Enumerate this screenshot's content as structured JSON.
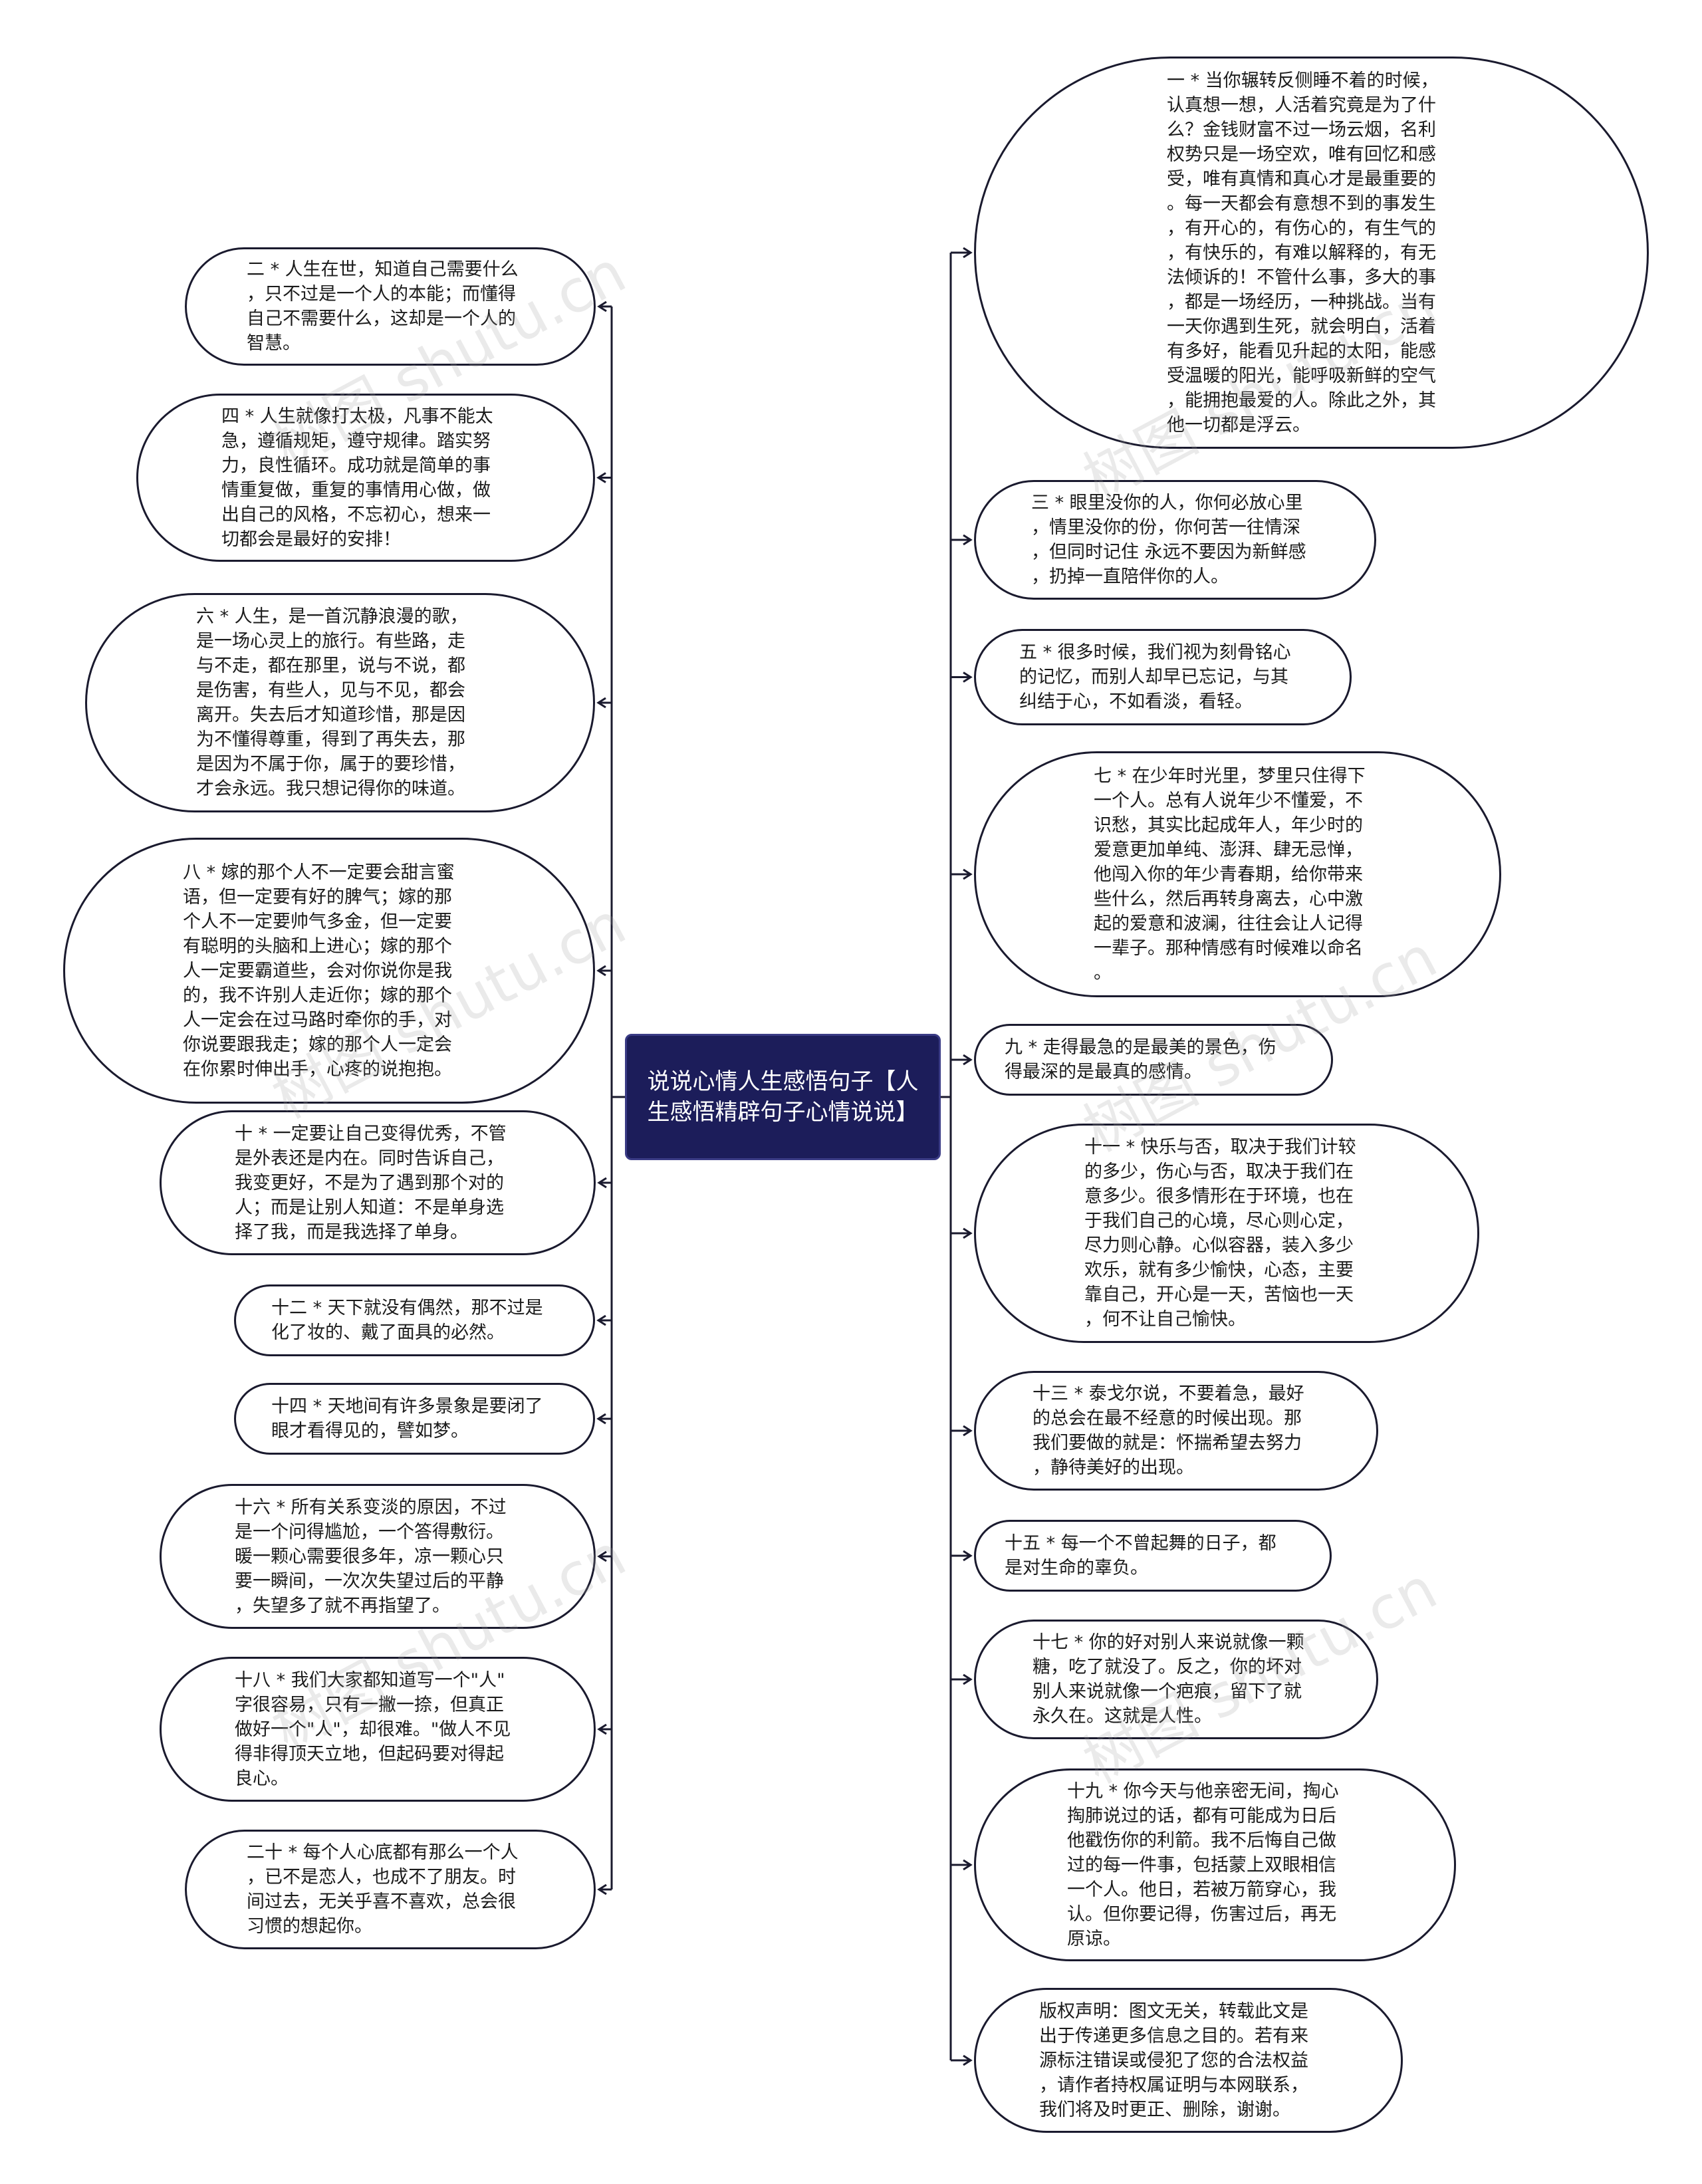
{
  "center": {
    "title": "说说心情人生感悟句子【人生感悟精辟句子心情说说】"
  },
  "nodes": [
    {
      "id": "n1",
      "side": "right",
      "text": "一 * 当你辗转反侧睡不着的时候，\n认真想一想，人活着究竟是为了什\n么？金钱财富不过一场云烟，名利\n权势只是一场空欢，唯有回忆和感\n受，唯有真情和真心才是最重要的\n。每一天都会有意想不到的事发生\n，有开心的，有伤心的，有生气的\n，有快乐的，有难以解释的，有无\n法倾诉的！不管什么事，多大的事\n，都是一场经历，一种挑战。当有\n一天你遇到生死，就会明白，活着\n有多好，能看见升起的太阳，能感\n受温暖的阳光，能呼吸新鲜的空气\n，能拥抱最爱的人。除此之外，其\n他一切都是浮云。"
    },
    {
      "id": "n2",
      "side": "left",
      "text": "二 * 人生在世，知道自己需要什么\n，只不过是一个人的本能；而懂得\n自己不需要什么，这却是一个人的\n智慧。"
    },
    {
      "id": "n3",
      "side": "right",
      "text": "三 * 眼里没你的人，你何必放心里\n，情里没你的份，你何苦一往情深\n，但同时记住 永远不要因为新鲜感\n，扔掉一直陪伴你的人。"
    },
    {
      "id": "n4",
      "side": "left",
      "text": "四 * 人生就像打太极，凡事不能太\n急，遵循规矩，遵守规律。踏实努\n力，良性循环。成功就是简单的事\n情重复做，重复的事情用心做，做\n出自己的风格，不忘初心，想来一\n切都会是最好的安排！"
    },
    {
      "id": "n5",
      "side": "right",
      "text": "五 * 很多时候，我们视为刻骨铭心\n的记忆，而别人却早已忘记，与其\n纠结于心，不如看淡，看轻。"
    },
    {
      "id": "n6",
      "side": "left",
      "text": "六 * 人生，是一首沉静浪漫的歌，\n是一场心灵上的旅行。有些路，走\n与不走，都在那里，说与不说，都\n是伤害，有些人，见与不见，都会\n离开。失去后才知道珍惜，那是因\n为不懂得尊重，得到了再失去，那\n是因为不属于你，属于的要珍惜，\n才会永远。我只想记得你的味道。"
    },
    {
      "id": "n7",
      "side": "right",
      "text": "七 * 在少年时光里，梦里只住得下\n一个人。总有人说年少不懂爱，不\n识愁，其实比起成年人，年少时的\n爱意更加单纯、澎湃、肆无忌惮，\n他闯入你的年少青春期，给你带来\n些什么，然后再转身离去，心中激\n起的爱意和波澜，往往会让人记得\n一辈子。那种情感有时候难以命名\n。"
    },
    {
      "id": "n8",
      "side": "left",
      "text": "八 * 嫁的那个人不一定要会甜言蜜\n语，但一定要有好的脾气；嫁的那\n个人不一定要帅气多金，但一定要\n有聪明的头脑和上进心；嫁的那个\n人一定要霸道些，会对你说你是我\n的，我不许别人走近你；嫁的那个\n人一定会在过马路时牵你的手，对\n你说要跟我走；嫁的那个人一定会\n在你累时伸出手，心疼的说抱抱。"
    },
    {
      "id": "n9",
      "side": "right",
      "text": "九 * 走得最急的是最美的景色，伤\n得最深的是最真的感情。"
    },
    {
      "id": "n10",
      "side": "left",
      "text": "十 * 一定要让自己变得优秀，不管\n是外表还是内在。同时告诉自己，\n我变更好，不是为了遇到那个对的\n人；而是让别人知道：不是单身选\n择了我，而是我选择了单身。"
    },
    {
      "id": "n11",
      "side": "right",
      "text": "十一 * 快乐与否，取决于我们计较\n的多少，伤心与否，取决于我们在\n意多少。很多情形在于环境，也在\n于我们自己的心境，尽心则心定，\n尽力则心静。心似容器，装入多少\n欢乐，就有多少愉快，心态，主要\n靠自己，开心是一天，苦恼也一天\n，何不让自己愉快。"
    },
    {
      "id": "n12",
      "side": "left",
      "text": "十二 * 天下就没有偶然，那不过是\n化了妆的、戴了面具的必然。"
    },
    {
      "id": "n13",
      "side": "right",
      "text": "十三 * 泰戈尔说，不要着急，最好\n的总会在最不经意的时候出现。那\n我们要做的就是：怀揣希望去努力\n，静待美好的出现。"
    },
    {
      "id": "n14",
      "side": "left",
      "text": "十四 * 天地间有许多景象是要闭了\n眼才看得见的，譬如梦。"
    },
    {
      "id": "n15",
      "side": "right",
      "text": "十五 * 每一个不曾起舞的日子，都\n是对生命的辜负。"
    },
    {
      "id": "n16",
      "side": "left",
      "text": "十六 * 所有关系变淡的原因，不过\n是一个问得尴尬，一个答得敷衍。\n暖一颗心需要很多年，凉一颗心只\n要一瞬间，一次次失望过后的平静\n，失望多了就不再指望了。"
    },
    {
      "id": "n17",
      "side": "right",
      "text": "十七 * 你的好对别人来说就像一颗\n糖，吃了就没了。反之，你的坏对\n别人来说就像一个疤痕，留下了就\n永久在。这就是人性。"
    },
    {
      "id": "n18",
      "side": "left",
      "text": "十八 * 我们大家都知道写一个\"人\"\n字很容易，只有一撇一捺，但真正\n做好一个\"人\"，却很难。\"做人不见\n得非得顶天立地，但起码要对得起\n良心。"
    },
    {
      "id": "n19",
      "side": "right",
      "text": "十九 * 你今天与他亲密无间，掏心\n掏肺说过的话，都有可能成为日后\n他戳伤你的利箭。我不后悔自己做\n过的每一件事，包括蒙上双眼相信\n一个人。他日，若被万箭穿心，我\n认。但你要记得，伤害过后，再无\n原谅。"
    },
    {
      "id": "n20",
      "side": "left",
      "text": "二十 * 每个人心底都有那么一个人\n，已不是恋人，也成不了朋友。时\n间过去，无关乎喜不喜欢，总会很\n习惯的想起你。"
    },
    {
      "id": "n21",
      "side": "right",
      "text": "版权声明：图文无关，转载此文是\n出于传递更多信息之目的。若有来\n源标注错误或侵犯了您的合法权益\n，请作者持权属证明与本网联系，\n我们将及时更正、删除，谢谢。"
    }
  ],
  "watermark": {
    "text": "树图 shutu.cn"
  },
  "colors": {
    "center_fill": "#1c1d5a",
    "line": "#1a1a2e",
    "node_border": "#1a1a2e"
  }
}
